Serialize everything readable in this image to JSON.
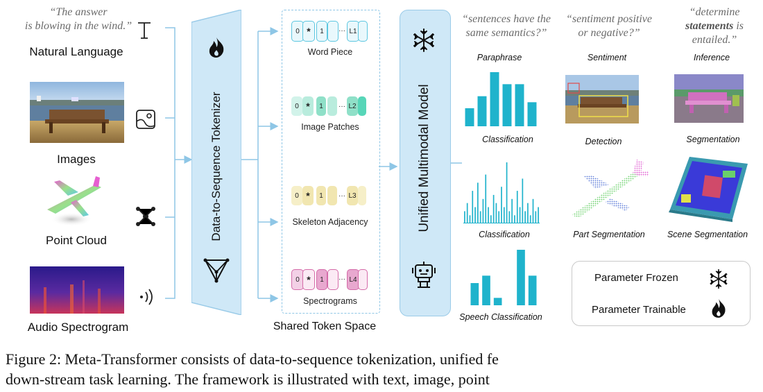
{
  "inputs": {
    "quote": [
      "“The answer",
      "is blowing in the wind.”"
    ],
    "natural_language": "Natural Language",
    "images": "Images",
    "point_cloud": "Point Cloud",
    "audio": "Audio Spectrogram"
  },
  "tokenizer": {
    "label": "Data-to-Sequence Tokenizer"
  },
  "token_space": {
    "title": "Shared Token Space",
    "groups": [
      {
        "label": "Word Piece",
        "tokens": [
          "0",
          "*",
          "1",
          "···",
          "L1"
        ],
        "color": "#5bc6e0"
      },
      {
        "label": "Image Patches",
        "tokens": [
          "0",
          "*",
          "1",
          "···",
          "L2"
        ],
        "color": "#57d6b8"
      },
      {
        "label": "Skeleton Adjacency",
        "tokens": [
          "0",
          "*",
          "1",
          "···",
          "L3"
        ],
        "color": "#e8d77a"
      },
      {
        "label": "Spectrograms",
        "tokens": [
          "0",
          "*",
          "1",
          "···",
          "L4"
        ],
        "color": "#d46aa8"
      }
    ]
  },
  "model": {
    "label": "Unified Multimodal Model"
  },
  "tasks": {
    "quotes": [
      [
        "“sentences have the",
        "same semantics?”"
      ],
      [
        "“sentiment positive",
        "or negative?”"
      ],
      [
        "“determine",
        "statements",
        "is",
        "entailed.”"
      ]
    ],
    "headers": [
      "Paraphrase",
      "Sentiment",
      "Inference"
    ],
    "labels": [
      "Classification",
      "Detection",
      "Segmentation",
      "Classification",
      "Part Segmentation",
      "Scene Segmentation",
      "Speech Classification"
    ]
  },
  "legend": {
    "frozen": "Parameter Frozen",
    "trainable": "Parameter Trainable"
  },
  "caption": {
    "line1": "Figure 2: Meta-Transformer consists of data-to-sequence tokenization, unified fe",
    "line2": "down-stream task learning. The framework is illustrated with text, image, point"
  },
  "colors": {
    "accent": "#3fb8d8",
    "model_fill": "#cfe8f7",
    "bar": "#1fb3cc",
    "arrow": "#8ec6e6"
  },
  "icons": [
    "text-cursor-icon",
    "image-icon",
    "graph-icon",
    "audio-icon",
    "flame-icon",
    "triangle-network-icon",
    "snowflake-icon",
    "robot-icon"
  ],
  "chart_data": [
    {
      "type": "bar",
      "title": "Paraphrase",
      "values": [
        3,
        5,
        9,
        7,
        7,
        4
      ]
    },
    {
      "type": "bar",
      "title": "Classification",
      "values": [
        3,
        5,
        2,
        8,
        4,
        10,
        3,
        6,
        12,
        4,
        2,
        7,
        5,
        3,
        9,
        4,
        15,
        3,
        6,
        2,
        8,
        4,
        11,
        3,
        5,
        2,
        6,
        3,
        4
      ]
    },
    {
      "type": "bar",
      "title": "Speech Classification",
      "values": [
        6,
        8,
        2,
        0,
        15,
        8
      ]
    }
  ]
}
